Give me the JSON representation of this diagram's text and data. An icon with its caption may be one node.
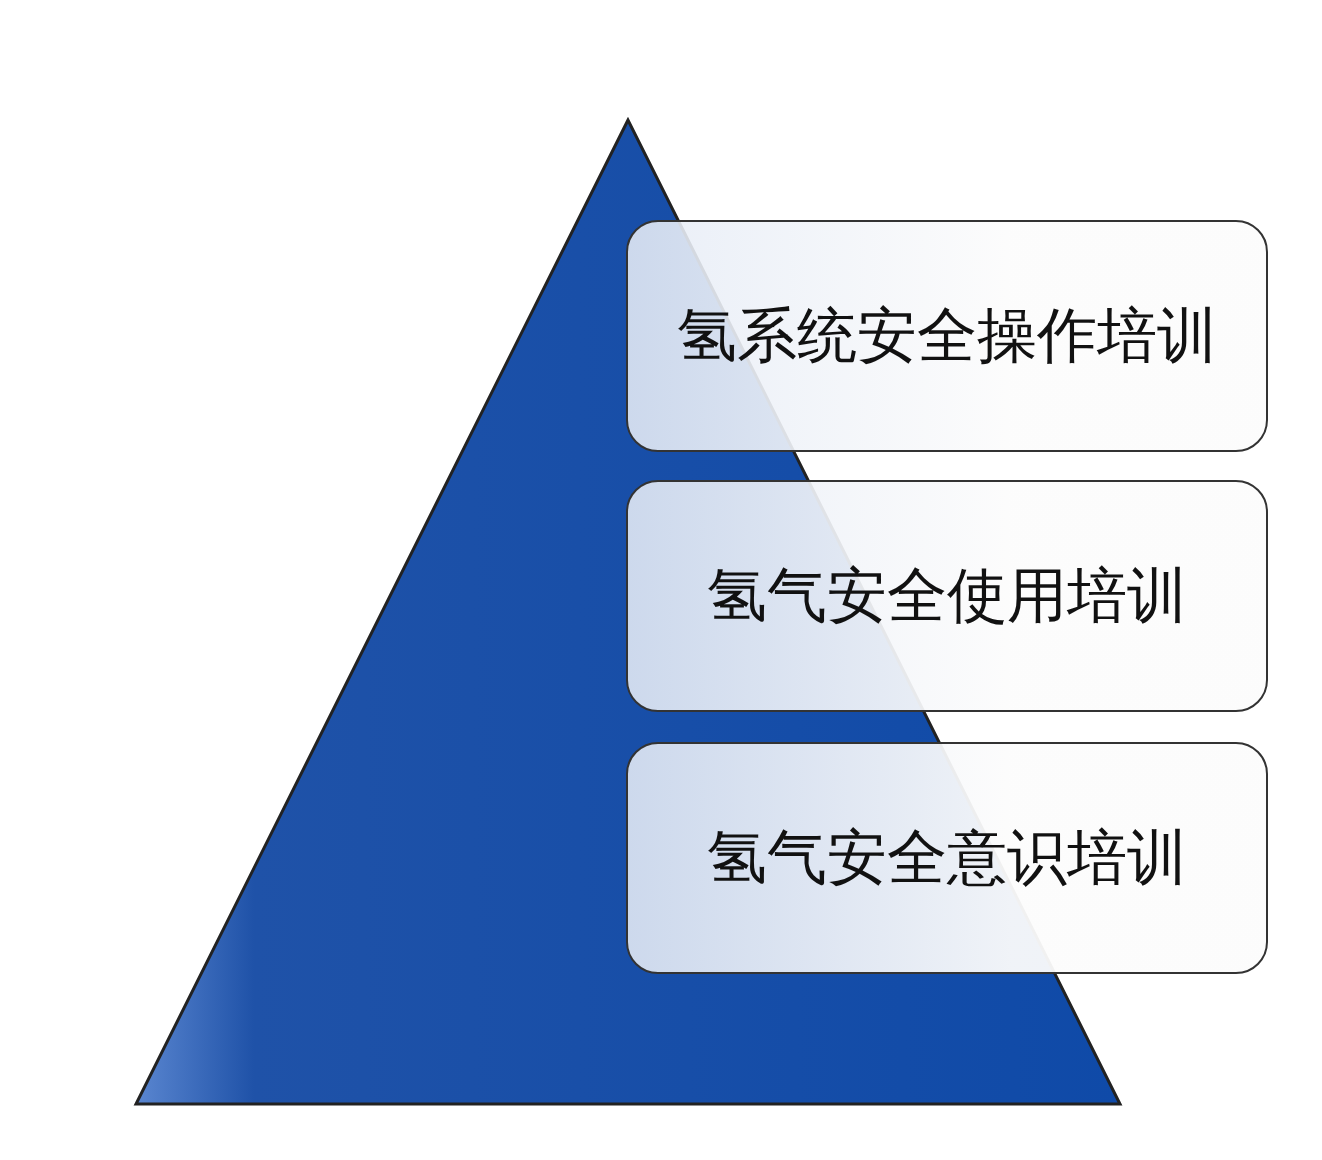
{
  "diagram": {
    "nodes": [
      {
        "text": [],
        "shape": "triangle"
      },
      {
        "text": [
          "氢系统安全操作培训"
        ]
      },
      {
        "text": [
          "氢气安全使用培训"
        ]
      },
      {
        "text": [
          "氢气安全意识培训"
        ]
      }
    ],
    "edges": []
  }
}
